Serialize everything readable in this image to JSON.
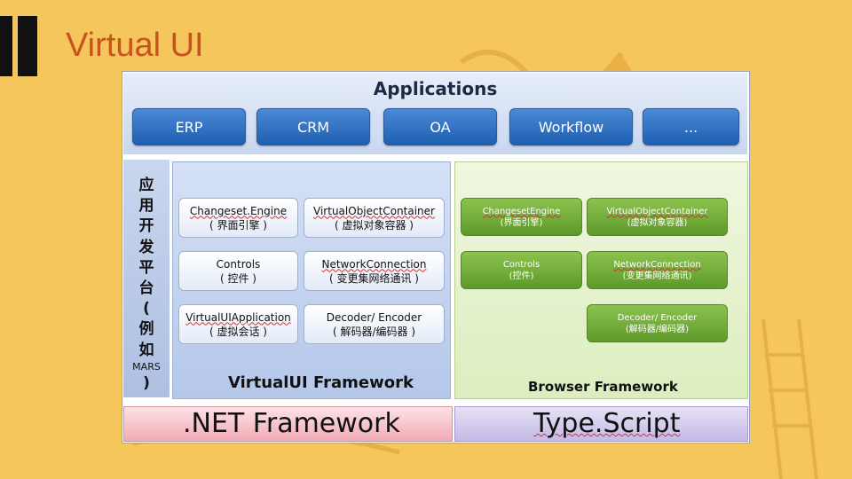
{
  "slide": {
    "title": "Virtual UI"
  },
  "diagram": {
    "applications": {
      "title": "Applications",
      "buttons": [
        "ERP",
        "CRM",
        "OA",
        "Workflow",
        "..."
      ]
    },
    "platform": {
      "chars": [
        "应",
        "用",
        "开",
        "发",
        "平",
        "台",
        "(",
        "例",
        "如"
      ],
      "mars": "MARS",
      "close_paren": ")"
    },
    "virtualui_framework": {
      "label": "VirtualUI Framework",
      "boxes": [
        {
          "name": "Changeset.Engine",
          "cn": "( 界面引擎 )"
        },
        {
          "name": "VirtualObjectContainer",
          "cn": "( 虚拟对象容器 )"
        },
        {
          "name": "Controls",
          "cn": "( 控件 )"
        },
        {
          "name": "NetworkConnection",
          "cn": "( 变更集网络通讯 )"
        },
        {
          "name": "VirtualUIApplication",
          "cn": "( 虚拟会话 )"
        },
        {
          "name": "Decoder/ Encoder",
          "cn": "( 解码器/编码器 )"
        }
      ]
    },
    "browser_framework": {
      "label": "Browser Framework",
      "boxes": [
        {
          "name": "ChangesetEngine",
          "cn": "(界面引擎)"
        },
        {
          "name": "VirtualObjectContainer",
          "cn": "(虚拟对象容器)"
        },
        {
          "name": "Controls",
          "cn": "(控件)"
        },
        {
          "name": "NetworkConnection",
          "cn": "(变更集网络通讯)"
        },
        {
          "name": "Decoder/ Encoder",
          "cn": "(解码器/编码器)"
        }
      ]
    },
    "net_framework": {
      "label": ".NET Framework"
    },
    "typescript": {
      "label": "Type.Script"
    }
  },
  "colors": {
    "background": "#f5c65c",
    "title": "#c9531f",
    "app_button": "#2f72c4",
    "green_box": "#74ad3a"
  }
}
